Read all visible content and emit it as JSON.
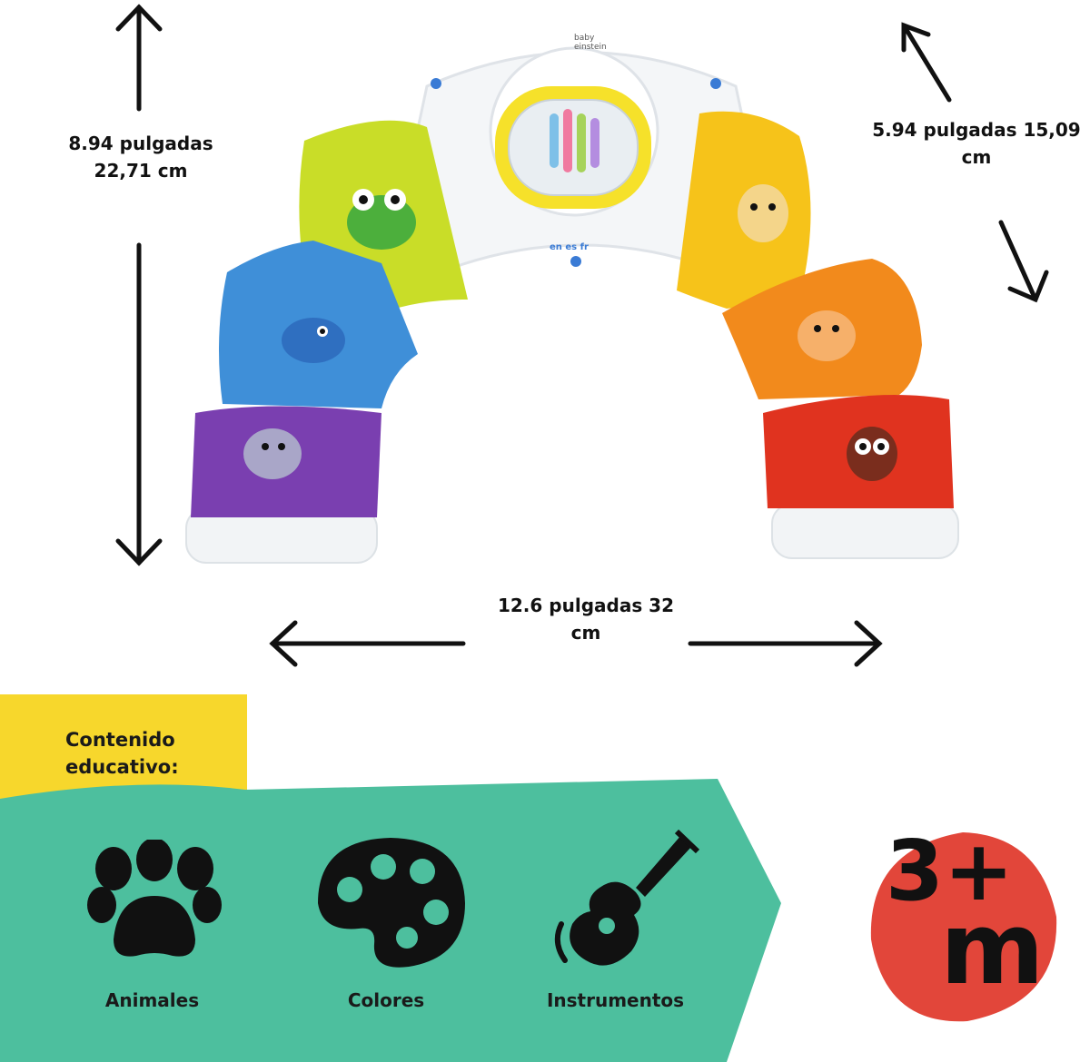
{
  "brand": {
    "line1": "baby",
    "line2": "einstein"
  },
  "language_buttons": "en  es  fr",
  "dimensions": {
    "height_line1": "8.94 pulgadas",
    "height_line2": "22,71 cm",
    "depth_line1": "5.94 pulgadas 15,09",
    "depth_line2": "cm",
    "width_line1": "12.6 pulgadas 32",
    "width_line2": "cm"
  },
  "educational": {
    "title_line1": "Contenido",
    "title_line2": "educativo:",
    "categories": [
      {
        "label": "Animales",
        "icon": "paw-icon"
      },
      {
        "label": "Colores",
        "icon": "palette-icon"
      },
      {
        "label": "Instrumentos",
        "icon": "guitar-icon"
      }
    ]
  },
  "age_badge": {
    "number": "3+",
    "unit": "m",
    "color": "#e2463a"
  },
  "colors": {
    "teal": "#4dbf9e",
    "yellow": "#f7d72c",
    "key_green": "#c9dd28",
    "key_blue": "#3f8fd8",
    "key_purple": "#7a3fb0",
    "key_yellow": "#f6c31a",
    "key_orange": "#f28a1c",
    "key_red": "#e0331f"
  }
}
